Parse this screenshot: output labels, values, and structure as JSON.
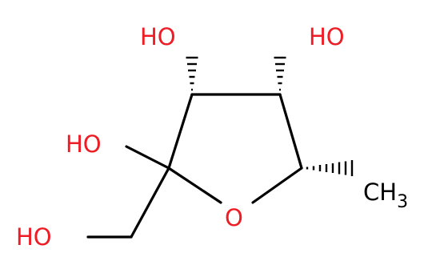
{
  "molecule": {
    "labels": {
      "oh_top_left": "HO",
      "oh_top_right": "HO",
      "ho_left": "HO",
      "ho_bottom": "HO",
      "ring_oxygen": "O",
      "methyl_c": "CH",
      "methyl_sub": "3"
    },
    "colors": {
      "heteroatom": "#ee1c25",
      "carbon": "#000000",
      "background": "#ffffff"
    }
  }
}
